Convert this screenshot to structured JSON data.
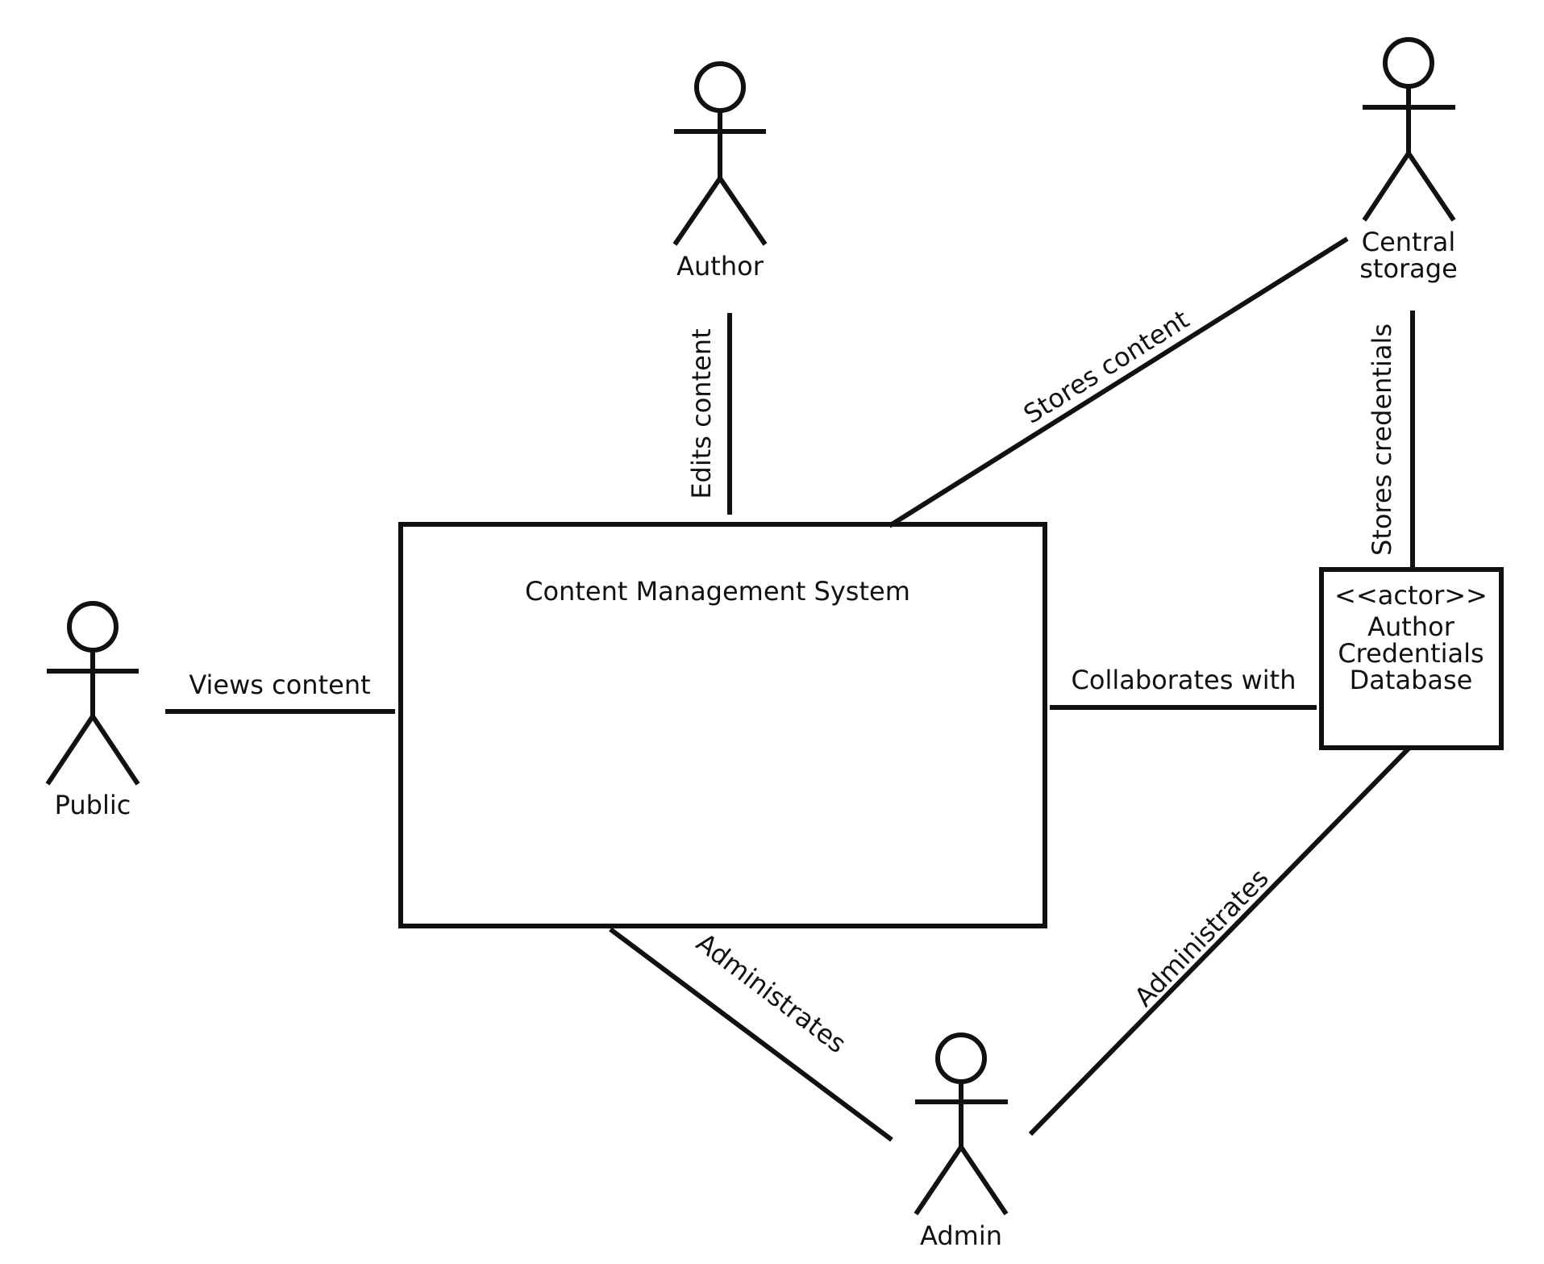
{
  "system": {
    "title": "Content Management System"
  },
  "actors": {
    "author": {
      "label": "Author"
    },
    "central_storage": {
      "label_line1": "Central",
      "label_line2": "storage"
    },
    "public": {
      "label": "Public"
    },
    "admin": {
      "label": "Admin"
    },
    "credentials_db": {
      "stereotype": "<<actor>>",
      "line1": "Author",
      "line2": "Credentials",
      "line3": "Database"
    }
  },
  "associations": {
    "edits_content": "Edits content",
    "stores_content": "Stores content",
    "stores_credentials": "Stores credentials",
    "views_content": "Views content",
    "collaborates_with": "Collaborates with",
    "administrates_system": "Administrates",
    "administrates_database": "Administrates"
  }
}
